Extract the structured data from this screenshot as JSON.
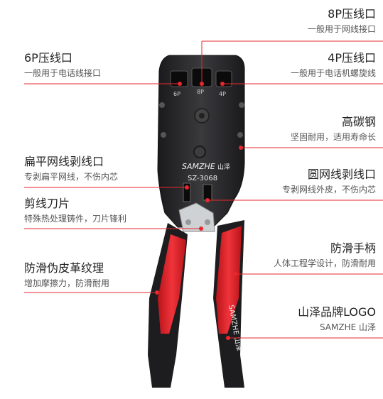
{
  "labels": {
    "p8": {
      "title": "8P压线口",
      "desc": "一般用于网线接口"
    },
    "p6": {
      "title": "6P压线口",
      "desc": "一般用于电话线接口"
    },
    "p4": {
      "title": "4P压线口",
      "desc": "一般用于电话机螺旋线"
    },
    "carbon": {
      "title": "高碳钢",
      "desc": "坚固耐用，适用寿命长"
    },
    "flat": {
      "title": "扁平网线剥线口",
      "desc": "专剥扁平网线，不伤内芯"
    },
    "round": {
      "title": "圆网线剥线口",
      "desc": "专剥网线外皮，不伤内芯"
    },
    "blade": {
      "title": "剪线刀片",
      "desc": "特殊热处理铸件，刀片锋利"
    },
    "handle": {
      "title": "防滑手柄",
      "desc": "人体工程学设计，防滑耐用"
    },
    "leather": {
      "title": "防滑伪皮革纹理",
      "desc": "增加摩擦力，防滑耐用"
    },
    "logo": {
      "title": "山泽品牌LOGO",
      "desc": "SAMZHE 山泽"
    }
  },
  "tool": {
    "brand": "SAMZHE",
    "brand_cn": "山泽",
    "model": "SZ-3068",
    "pin6": "6P",
    "pin8": "8P",
    "pin4": "4P",
    "handle_text": "SAMZHE 山泽"
  },
  "colors": {
    "accent_red": "#e8272e",
    "handle_black": "#1d1d1f",
    "body_dark": "#2a2a2c",
    "line": "#e8272e"
  }
}
